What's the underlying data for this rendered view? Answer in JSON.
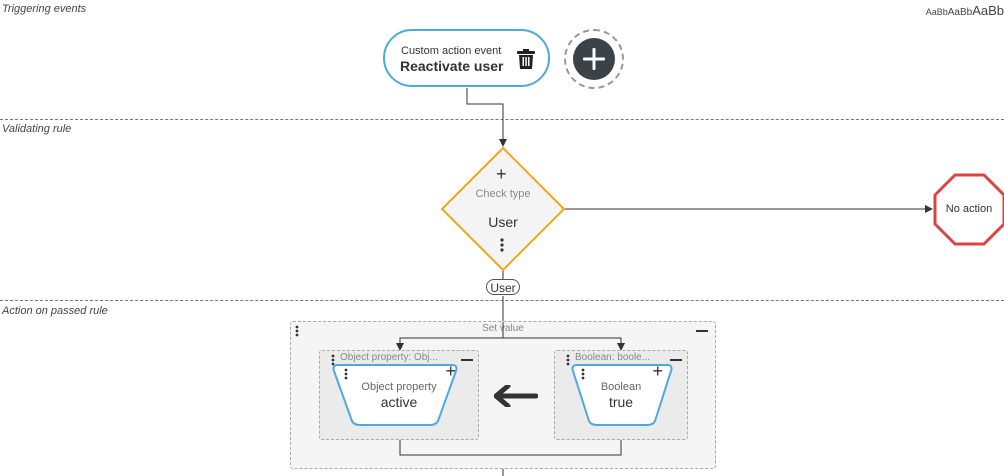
{
  "sections": {
    "triggering": "Triggering events",
    "validating": "Validating rule",
    "action": "Action on passed rule"
  },
  "font_sample": [
    "AaBb",
    "AaBb",
    "AaBb"
  ],
  "event": {
    "type_label": "Custom action event",
    "name": "Reactivate user"
  },
  "rule": {
    "type_label": "Check type",
    "value": "User"
  },
  "no_action": "No action",
  "branch_label": "User",
  "set_value": {
    "title": "Set value",
    "left": {
      "header": "Object property: Obj...",
      "type_label": "Object property",
      "value": "active"
    },
    "right": {
      "header": "Boolean: boole...",
      "type_label": "Boolean",
      "value": "true"
    }
  },
  "colors": {
    "event_border": "#4ea9dd",
    "rule_border": "#f3a51a",
    "stop_border": "#e04040",
    "dark_button": "#3b4348"
  }
}
